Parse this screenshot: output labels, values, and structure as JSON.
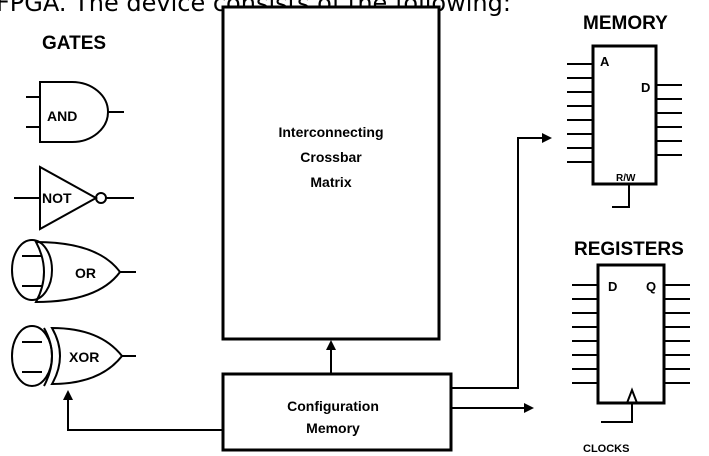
{
  "intro_text": "FPGA. The device consists of the following:",
  "gates": {
    "heading": "GATES",
    "and_label": "AND",
    "not_label": "NOT",
    "or_label": "OR",
    "xor_label": "XOR"
  },
  "crossbar": {
    "line1": "Interconnecting",
    "line2": "Crossbar",
    "line3": "Matrix"
  },
  "config": {
    "line1": "Configuration",
    "line2": "Memory"
  },
  "memory": {
    "heading": "MEMORY",
    "addr_label": "A",
    "data_label": "D",
    "rw_label": "R/W"
  },
  "registers": {
    "heading": "REGISTERS",
    "d_label": "D",
    "q_label": "Q",
    "clock_label": "CLOCKS"
  }
}
